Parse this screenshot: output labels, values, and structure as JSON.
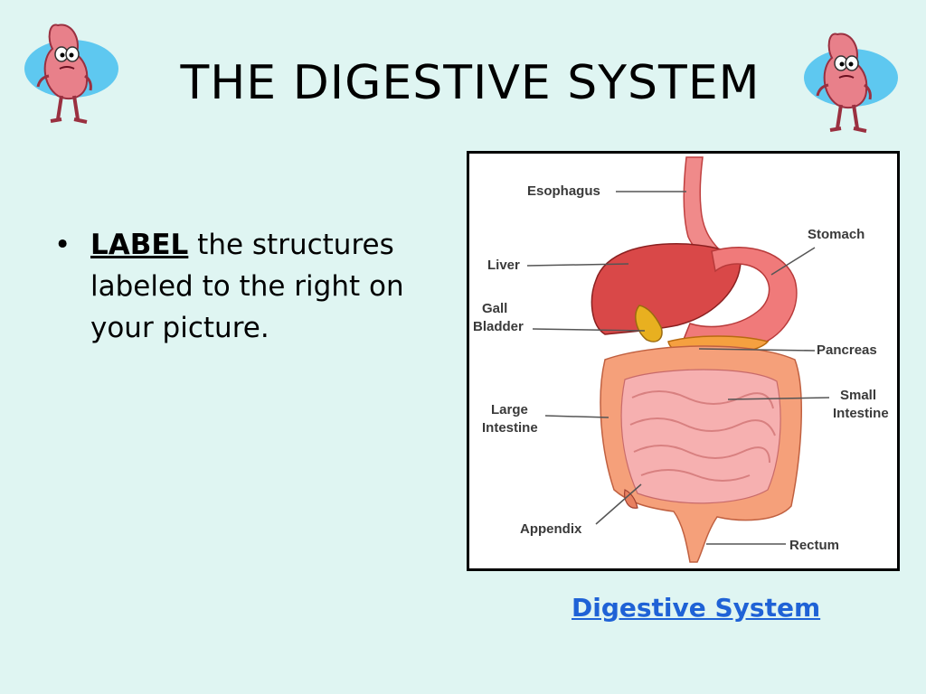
{
  "slide": {
    "title": "THE DIGESTIVE SYSTEM",
    "bullet": {
      "symbol": "•",
      "lead": "LABEL",
      "rest": " the structures labeled to the right on your picture."
    },
    "link_text": "Digestive System"
  },
  "diagram": {
    "labels": {
      "esophagus": "Esophagus",
      "stomach": "Stomach",
      "liver": "Liver",
      "gall_1": "Gall",
      "gall_2": "Bladder",
      "pancreas": "Pancreas",
      "large_1": "Large",
      "large_2": "Intestine",
      "small_1": "Small",
      "small_2": "Intestine",
      "appendix": "Appendix",
      "rectum": "Rectum"
    }
  },
  "colors": {
    "background": "#dff5f2",
    "link": "#1f62d6",
    "organ_pink": "#f07a7a",
    "organ_red": "#d93a3a",
    "intestine_orange": "#f5a07a"
  },
  "icons": {
    "mascot": "stomach-character-icon"
  }
}
